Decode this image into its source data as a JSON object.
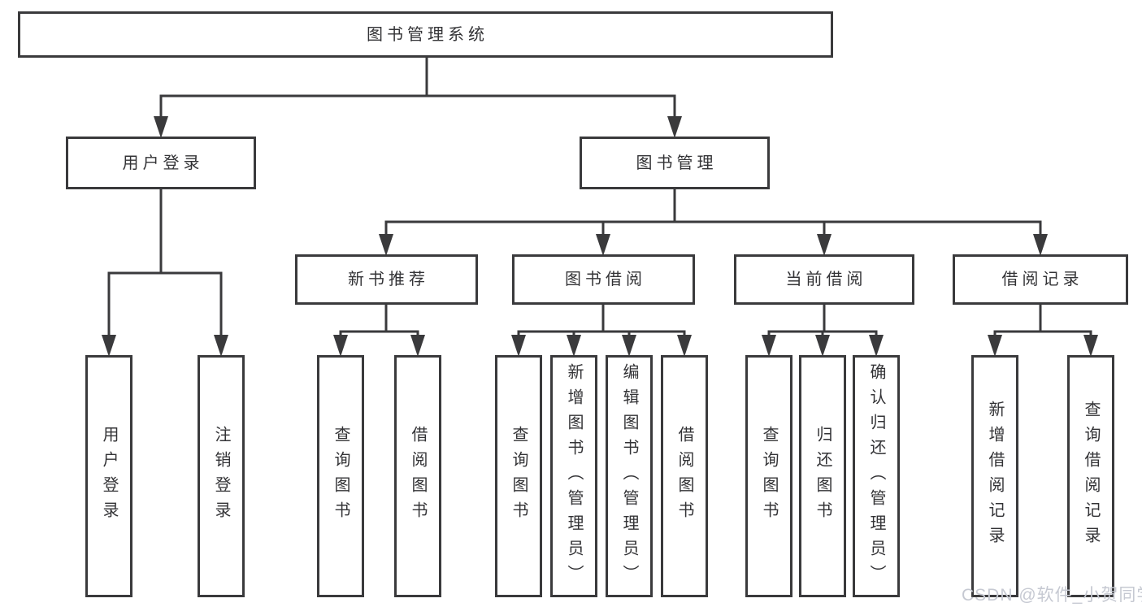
{
  "diagram": {
    "root": {
      "label": "图书管理系统"
    },
    "branches": [
      {
        "label": "用户登录",
        "children": [
          {
            "label": "用户登录"
          },
          {
            "label": "注销登录"
          }
        ]
      },
      {
        "label": "图书管理",
        "sections": [
          {
            "label": "新书推荐",
            "children": [
              {
                "label": "查询图书"
              },
              {
                "label": "借阅图书"
              }
            ]
          },
          {
            "label": "图书借阅",
            "children": [
              {
                "label": "查询图书"
              },
              {
                "label": "新增图书（管理员）"
              },
              {
                "label": "编辑图书（管理员）"
              },
              {
                "label": "借阅图书"
              }
            ]
          },
          {
            "label": "当前借阅",
            "children": [
              {
                "label": "查询图书"
              },
              {
                "label": "归还图书"
              },
              {
                "label": "确认归还（管理员）"
              }
            ]
          },
          {
            "label": "借阅记录",
            "children": [
              {
                "label": "新增借阅记录"
              },
              {
                "label": "查询借阅记录"
              }
            ]
          }
        ]
      }
    ]
  },
  "watermark": {
    "text": "CSDN @软件_小贺同学"
  },
  "colors": {
    "line": "#3a3a3c",
    "border": "#3a3a3c",
    "text": "#333336",
    "watermark": "#c6c9d2",
    "background": "#ffffff"
  }
}
